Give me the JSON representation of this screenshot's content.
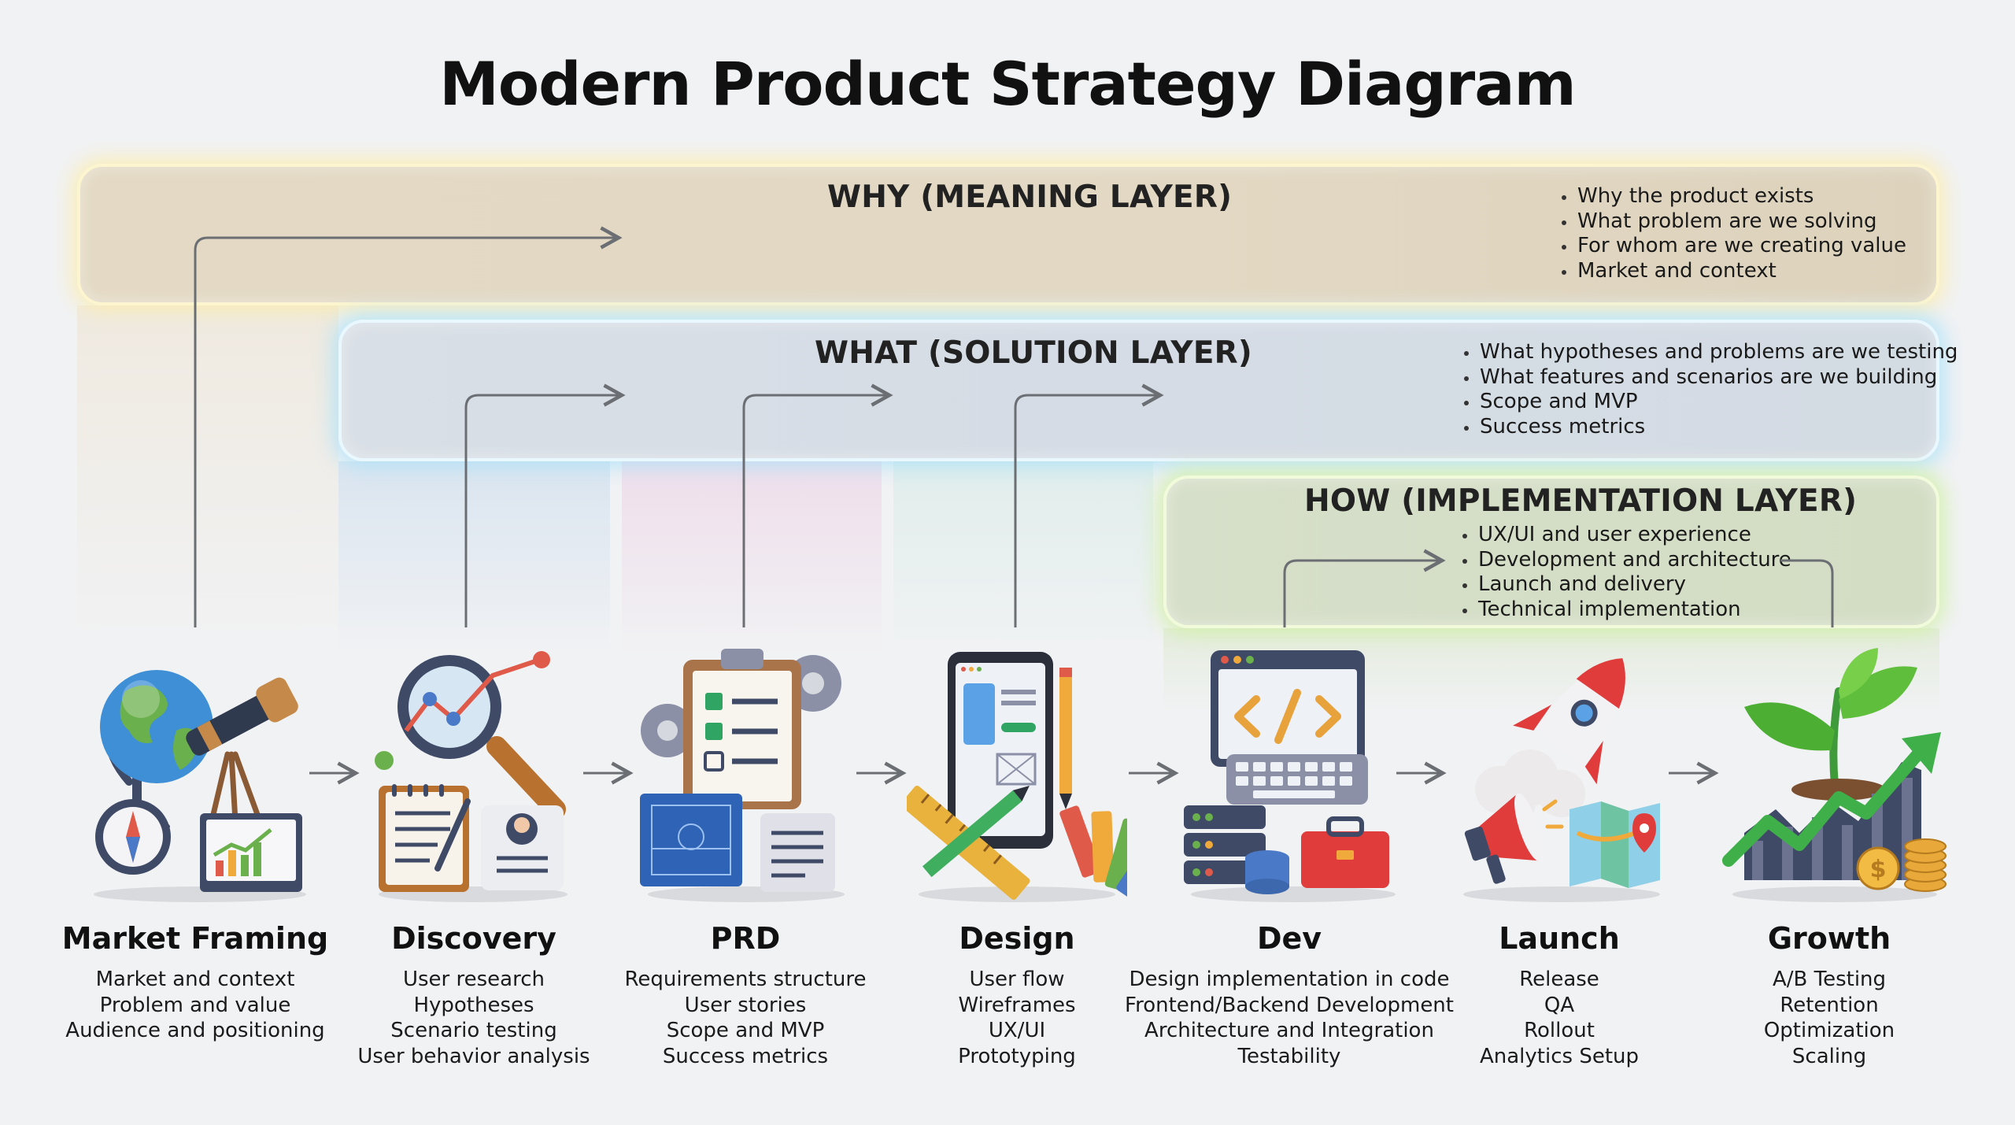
{
  "title": "Modern Product Strategy Diagram",
  "layers": {
    "why": {
      "title": "WHY (MEANING LAYER)",
      "bullets": [
        "Why the product exists",
        "What problem are we solving",
        "For whom are we creating value",
        "Market and context"
      ]
    },
    "what": {
      "title": "WHAT (SOLUTION LAYER)",
      "bullets": [
        "What hypotheses and problems are we testing",
        "What features and scenarios are we building",
        "Scope and MVP",
        "Success metrics"
      ]
    },
    "how": {
      "title": "HOW (IMPLEMENTATION LAYER)",
      "bullets": [
        "UX/UI and user experience",
        "Development and architecture",
        "Launch and delivery",
        "Technical implementation"
      ]
    }
  },
  "stages": [
    {
      "name": "Market Framing",
      "icon": "globe-telescope-icon",
      "items": [
        "Market and context",
        "Problem and value",
        "Audience and positioning"
      ]
    },
    {
      "name": "Discovery",
      "icon": "magnifier-research-icon",
      "items": [
        "User research",
        "Hypotheses",
        "Scenario testing",
        "User behavior analysis"
      ]
    },
    {
      "name": "PRD",
      "icon": "clipboard-checklist-icon",
      "items": [
        "Requirements structure",
        "User stories",
        "Scope and MVP",
        "Success metrics"
      ]
    },
    {
      "name": "Design",
      "icon": "tablet-design-tools-icon",
      "items": [
        "User flow",
        "Wireframes",
        "UX/UI",
        "Prototyping"
      ]
    },
    {
      "name": "Dev",
      "icon": "code-server-icon",
      "items": [
        "Design implementation in code",
        "Frontend/Backend Development",
        "Architecture and Integration",
        "Testability"
      ]
    },
    {
      "name": "Launch",
      "icon": "rocket-megaphone-icon",
      "items": [
        "Release",
        "QA",
        "Rollout",
        "Analytics Setup"
      ]
    },
    {
      "name": "Growth",
      "icon": "plant-growth-chart-icon",
      "items": [
        "A/B Testing",
        "Retention",
        "Optimization",
        "Scaling"
      ]
    }
  ],
  "colors": {
    "why": "#e3d9c4",
    "what": "#d6dde5",
    "how": "#d4ddc6",
    "connector": "#6b6e72"
  }
}
